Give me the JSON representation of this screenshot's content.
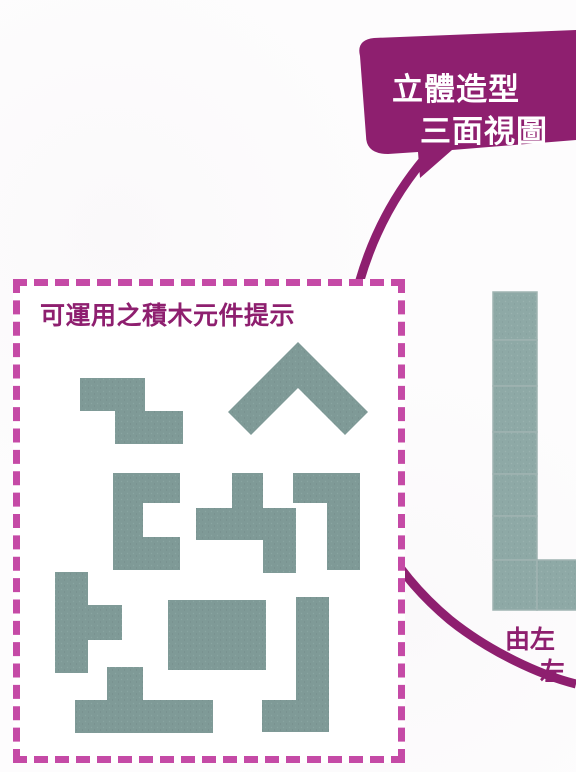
{
  "banner": {
    "title_line_1": "立體造型",
    "title_line_2": "三面視圖"
  },
  "hint_panel": {
    "title": "可運用之積木元件提示"
  },
  "view_caption": {
    "line_1": "由左",
    "line_2": "左"
  },
  "colors": {
    "accent_purple": "#8e1f6f",
    "dashed_border": "#c54aa6",
    "block_gray": "#7f9a97",
    "block_grid": "#9fb3b1"
  },
  "icons": {
    "banner": "speech-bubble-banner",
    "pieces": "block-piece-icons"
  }
}
